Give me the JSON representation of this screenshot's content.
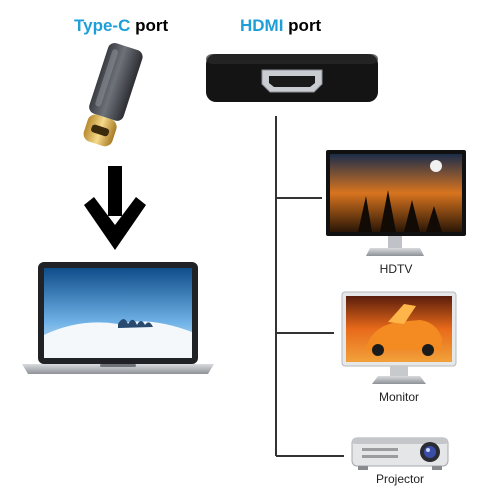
{
  "typec": {
    "accent": "Type-C",
    "rest": " port"
  },
  "hdmi": {
    "accent": "HDMI",
    "rest": " port"
  },
  "devices": [
    {
      "label": "HDTV",
      "icon": "tv-icon"
    },
    {
      "label": "Monitor",
      "icon": "monitor-icon"
    },
    {
      "label": "Projector",
      "icon": "projector-icon"
    }
  ],
  "colors": {
    "accent": "#1e9fd8",
    "text": "#000000",
    "line": "#333333"
  }
}
